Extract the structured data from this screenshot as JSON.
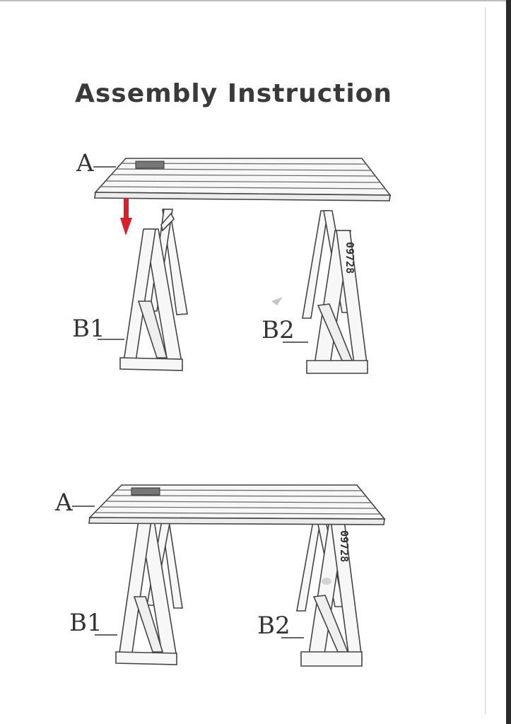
{
  "document": {
    "title": "Assembly Instruction"
  },
  "figures": [
    {
      "step": "separate",
      "labels": {
        "top": "A",
        "left_trestle": "B1",
        "right_trestle": "B2"
      },
      "part_code": "09728",
      "arrow_color": "#d9202a"
    },
    {
      "step": "assembled",
      "labels": {
        "top": "A",
        "left_trestle": "B1",
        "right_trestle": "B2"
      },
      "part_code": "09728"
    }
  ],
  "colors": {
    "line": "#444444",
    "wood_fill": "#f7f7f7",
    "arrow": "#d9202a"
  }
}
